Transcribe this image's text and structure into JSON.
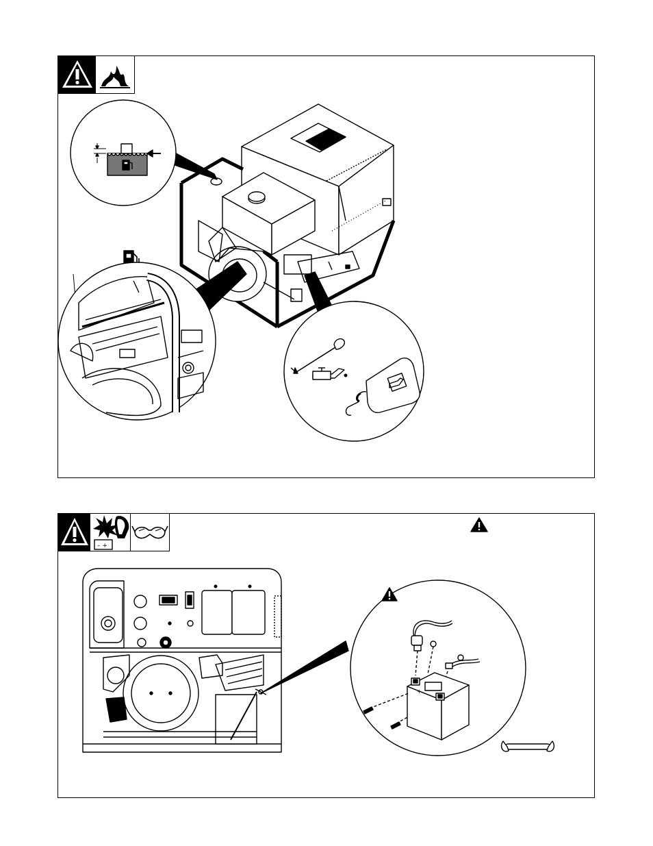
{
  "sections": [
    {
      "id": "fuel-oil",
      "hazard_icons": [
        "warning-icon",
        "fire-icon"
      ],
      "callouts": [
        "fuel-level-callout",
        "engine-closeup-callout",
        "oil-check-callout"
      ]
    },
    {
      "id": "battery",
      "hazard_icons": [
        "warning-icon",
        "battery-explosion-icon",
        "face-shield-icon",
        "safety-glasses-icon"
      ],
      "callouts": [
        "battery-install-callout"
      ]
    }
  ],
  "colors": {
    "line": "#000000",
    "paper": "#ffffff",
    "fill_gray": "#777777"
  }
}
